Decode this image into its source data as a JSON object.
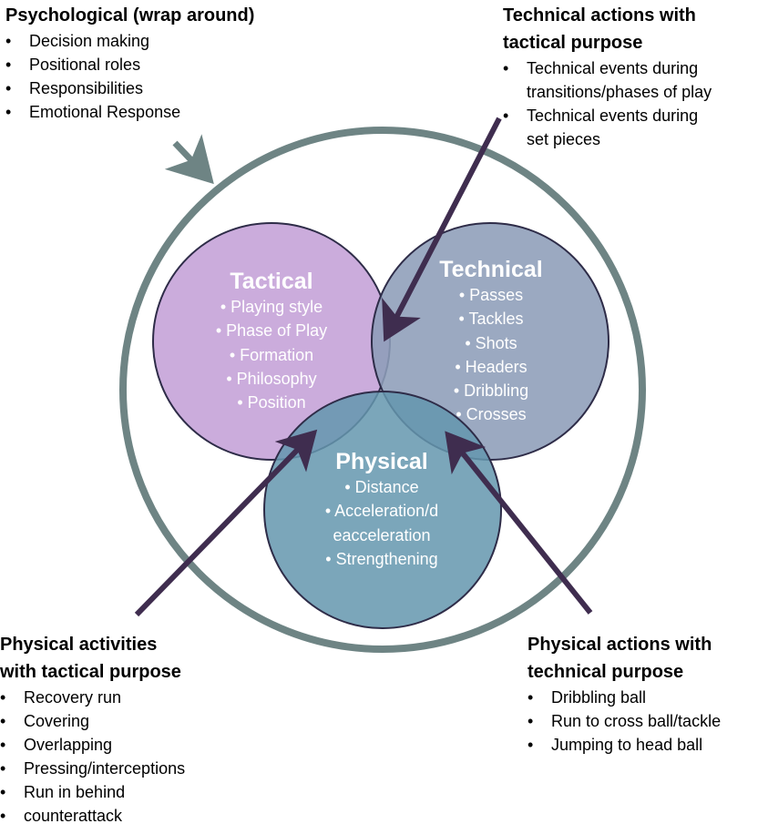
{
  "psychological": {
    "title": "Psychological (wrap around)",
    "items": [
      "Decision making",
      "Positional roles",
      "Responsibilities",
      "Emotional Response"
    ]
  },
  "technical_tactical": {
    "title_line1": "Technical actions with",
    "title_line2": "tactical purpose",
    "items": [
      {
        "line1": "Technical events during",
        "line2": "transitions/phases of play"
      },
      {
        "line1": "Technical events during",
        "line2": "set pieces"
      }
    ]
  },
  "tactical_circle": {
    "title": "Tactical",
    "items": [
      "• Playing style",
      "• Phase of Play",
      "• Formation",
      "• Philosophy",
      "• Position"
    ]
  },
  "technical_circle": {
    "title": "Technical",
    "items": [
      "• Passes",
      "• Tackles",
      "• Shots",
      "• Headers",
      "• Dribbling",
      "• Crosses"
    ]
  },
  "physical_circle": {
    "title": "Physical",
    "items": [
      "• Distance",
      "• Acceleration/d",
      "eacceleration",
      "• Strengthening"
    ]
  },
  "physical_tactical": {
    "title_line1": "Physical activities",
    "title_line2": "with tactical purpose",
    "items": [
      "Recovery run",
      "Covering",
      "Overlapping",
      "Pressing/interceptions",
      "Run in behind",
      "counterattack"
    ]
  },
  "physical_technical": {
    "title_line1": "Physical actions with",
    "title_line2": "technical purpose",
    "items": [
      "Dribbling ball",
      "Run to cross ball/tackle",
      "Jumping to head ball"
    ]
  },
  "colors": {
    "outer_ring": "#6e8484",
    "tactical_fill": "#c5a3d8",
    "technical_fill": "#8d9db8",
    "physical_fill": "#6497ae",
    "circle_stroke": "#2e2c48",
    "arrow_dark": "#3f2d4f",
    "arrow_gray": "#6e8484"
  }
}
